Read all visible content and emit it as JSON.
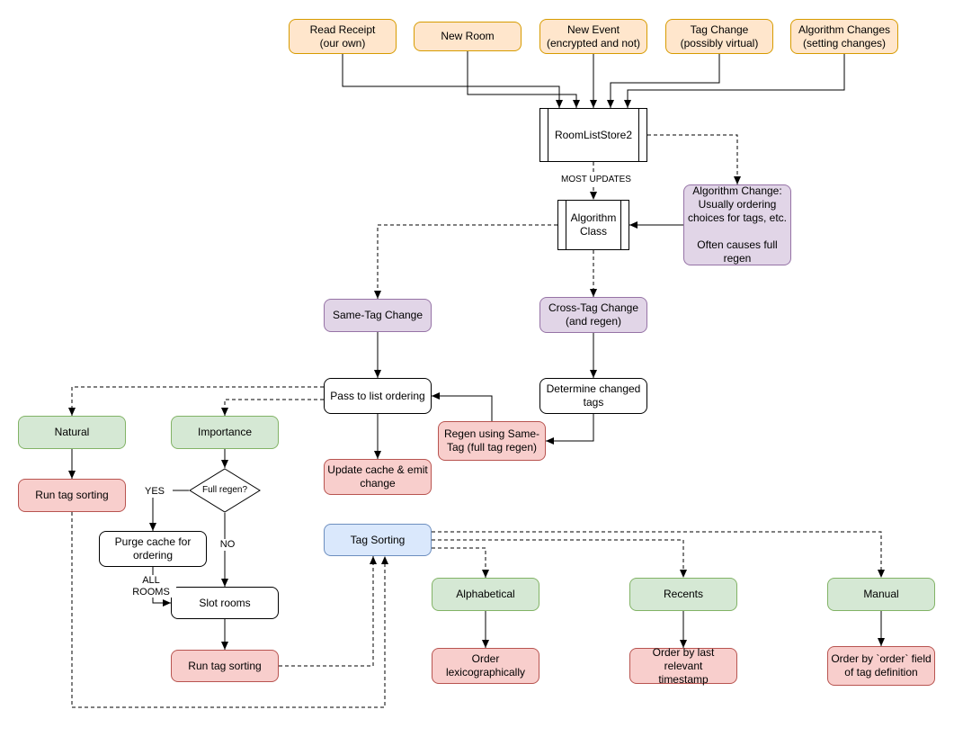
{
  "colors": {
    "orange": {
      "fill": "#ffe6cc",
      "stroke": "#d79b00"
    },
    "purple": {
      "fill": "#e1d5e7",
      "stroke": "#9673a6"
    },
    "green": {
      "fill": "#d5e8d4",
      "stroke": "#82b366"
    },
    "red": {
      "fill": "#f8cecc",
      "stroke": "#b85450"
    },
    "blue": {
      "fill": "#dae8fc",
      "stroke": "#6c8ebf"
    },
    "white": {
      "fill": "#ffffff",
      "stroke": "#000000"
    }
  },
  "nodes": {
    "read_receipt": {
      "label": "Read Receipt\n(our own)"
    },
    "new_room": {
      "label": "New Room"
    },
    "new_event": {
      "label": "New Event\n(encrypted and not)"
    },
    "tag_change": {
      "label": "Tag Change\n(possibly virtual)"
    },
    "algorithm_changes": {
      "label": "Algorithm Changes\n(setting changes)"
    },
    "room_list_store": {
      "label": "RoomListStore2"
    },
    "algorithm_class": {
      "label": "Algorithm\nClass"
    },
    "algorithm_change_note": {
      "label": "Algorithm Change:\nUsually ordering\nchoices for tags, etc.\n\nOften causes full\nregen"
    },
    "same_tag_change": {
      "label": "Same-Tag Change"
    },
    "cross_tag_change": {
      "label": "Cross-Tag Change\n(and regen)"
    },
    "pass_to_list_ordering": {
      "label": "Pass to list ordering"
    },
    "determine_changed_tags": {
      "label": "Determine changed\ntags"
    },
    "regen_same_tag": {
      "label": "Regen using Same-\nTag (full tag regen)"
    },
    "update_cache": {
      "label": "Update cache & emit\nchange"
    },
    "natural": {
      "label": "Natural"
    },
    "importance": {
      "label": "Importance"
    },
    "run_tag_sorting_left": {
      "label": "Run tag sorting"
    },
    "full_regen": {
      "label": "Full regen?"
    },
    "purge_cache": {
      "label": "Purge cache for\nordering"
    },
    "slot_rooms": {
      "label": "Slot rooms"
    },
    "run_tag_sorting_bottom": {
      "label": "Run tag sorting"
    },
    "tag_sorting": {
      "label": "Tag Sorting"
    },
    "alphabetical": {
      "label": "Alphabetical"
    },
    "recents": {
      "label": "Recents"
    },
    "manual": {
      "label": "Manual"
    },
    "order_lexicographically": {
      "label": "Order\nlexicographically"
    },
    "order_by_timestamp": {
      "label": "Order by last relevant\ntimestamp"
    },
    "order_by_order_field": {
      "label": "Order by `order` field\nof tag definition"
    }
  },
  "edge_labels": {
    "most_updates": "MOST UPDATES",
    "yes": "YES",
    "no": "NO",
    "all_rooms": "ALL\nROOMS"
  }
}
